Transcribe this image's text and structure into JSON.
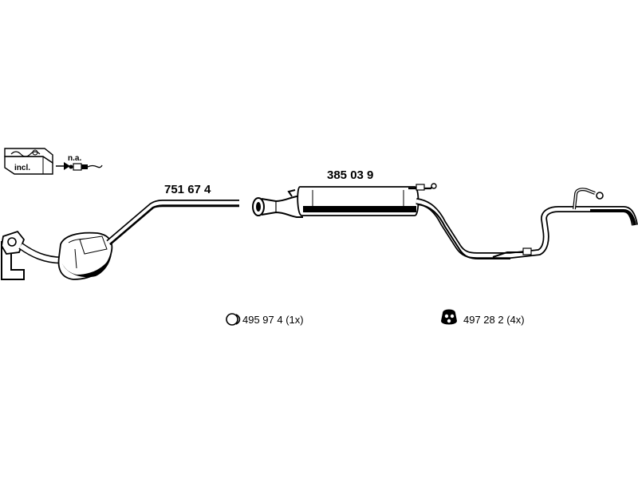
{
  "kit_box": {
    "incl_label": "incl.",
    "na_label": "n.a."
  },
  "parts": {
    "front_pipe": "751 67 4",
    "middle_silencer": "385 03 9"
  },
  "legend": {
    "ring": "495 97 4 (1x)",
    "rubber_hanger": "497 28 2  (4x)"
  },
  "colors": {
    "line": "#000000",
    "fill": "#ffffff",
    "shade": "#d8d8d8"
  }
}
